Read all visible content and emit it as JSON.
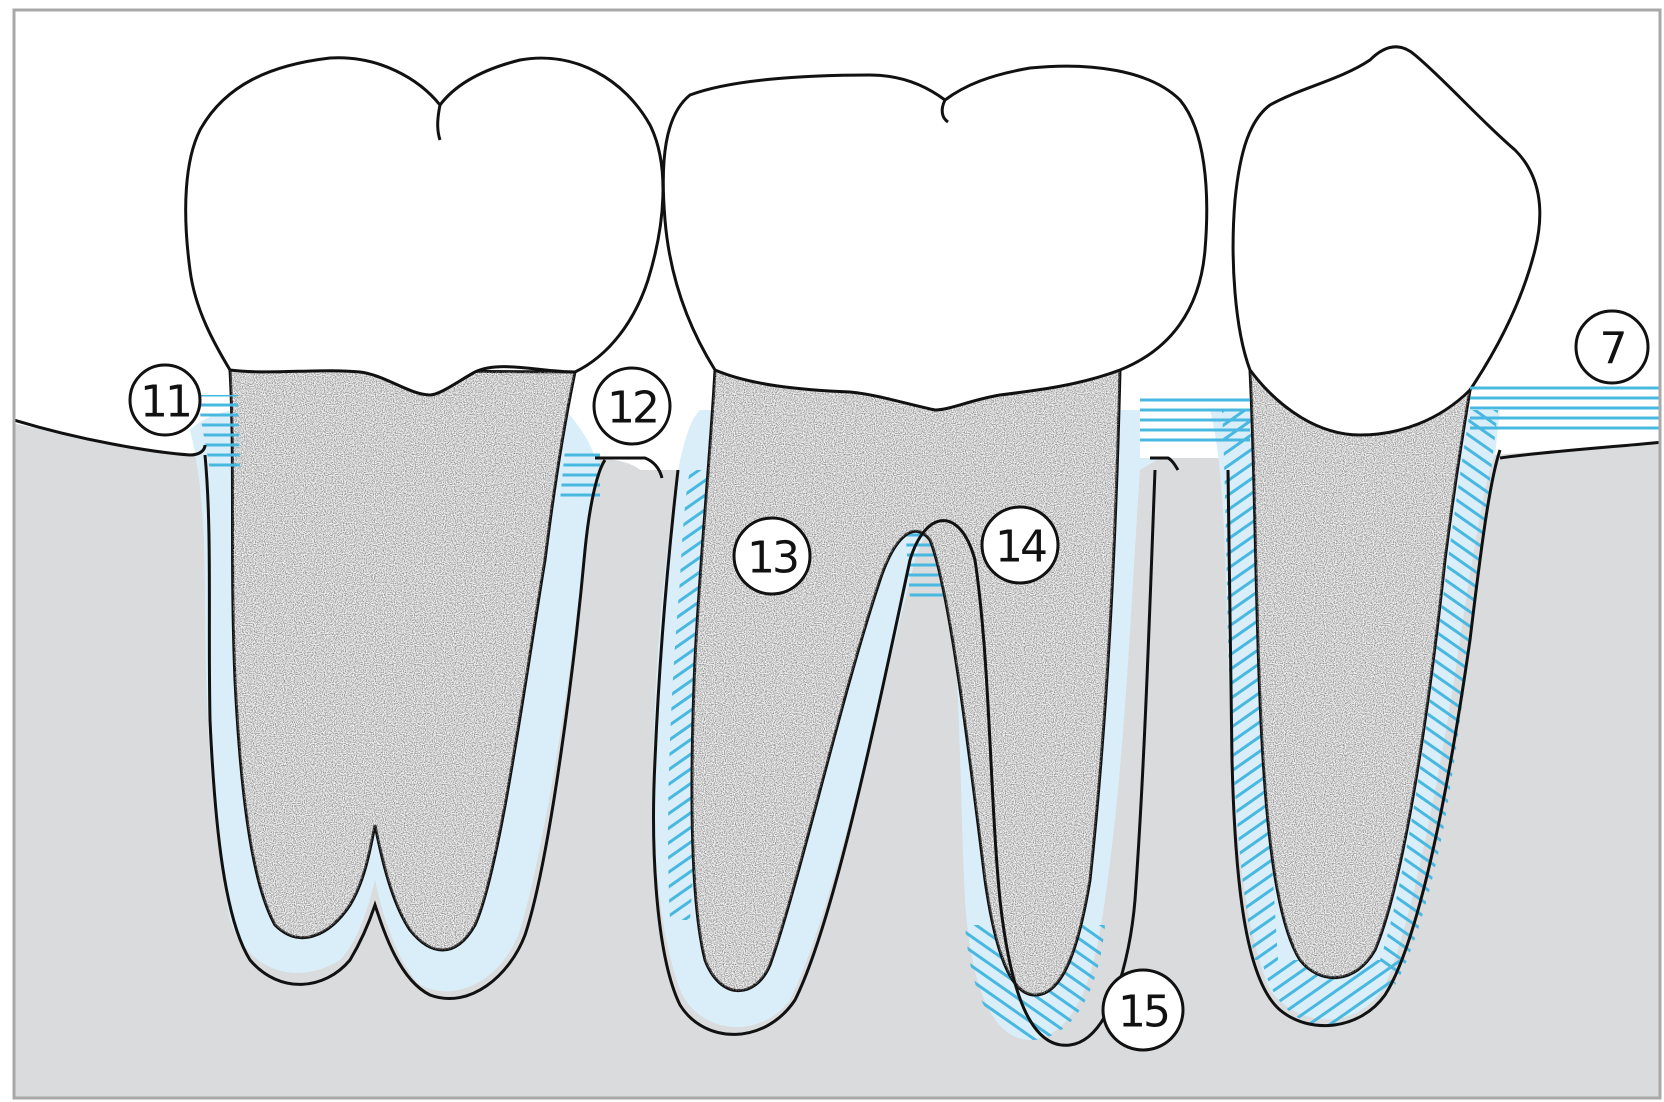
{
  "colors": {
    "background": "#ffffff",
    "bone": "#d9dbdd",
    "root_stipple_base": "#f4f4f4",
    "periodontal_ligament": "#d9eef8",
    "ligament_hatch": "#48b8e0",
    "outline": "#111111",
    "frame": "#a8a8a8"
  },
  "callouts": [
    {
      "id": "c11",
      "label": "11",
      "target": "gingival-ligament-fibers-left"
    },
    {
      "id": "c12",
      "label": "12",
      "target": "interdental-crest-fibers"
    },
    {
      "id": "c13",
      "label": "13",
      "target": "oblique-fibers-mesial-root"
    },
    {
      "id": "c14",
      "label": "14",
      "target": "interradicular-fibers"
    },
    {
      "id": "c15",
      "label": "15",
      "target": "apical-fibers"
    },
    {
      "id": "c7",
      "label": "7",
      "target": "transseptal-fibers"
    }
  ]
}
